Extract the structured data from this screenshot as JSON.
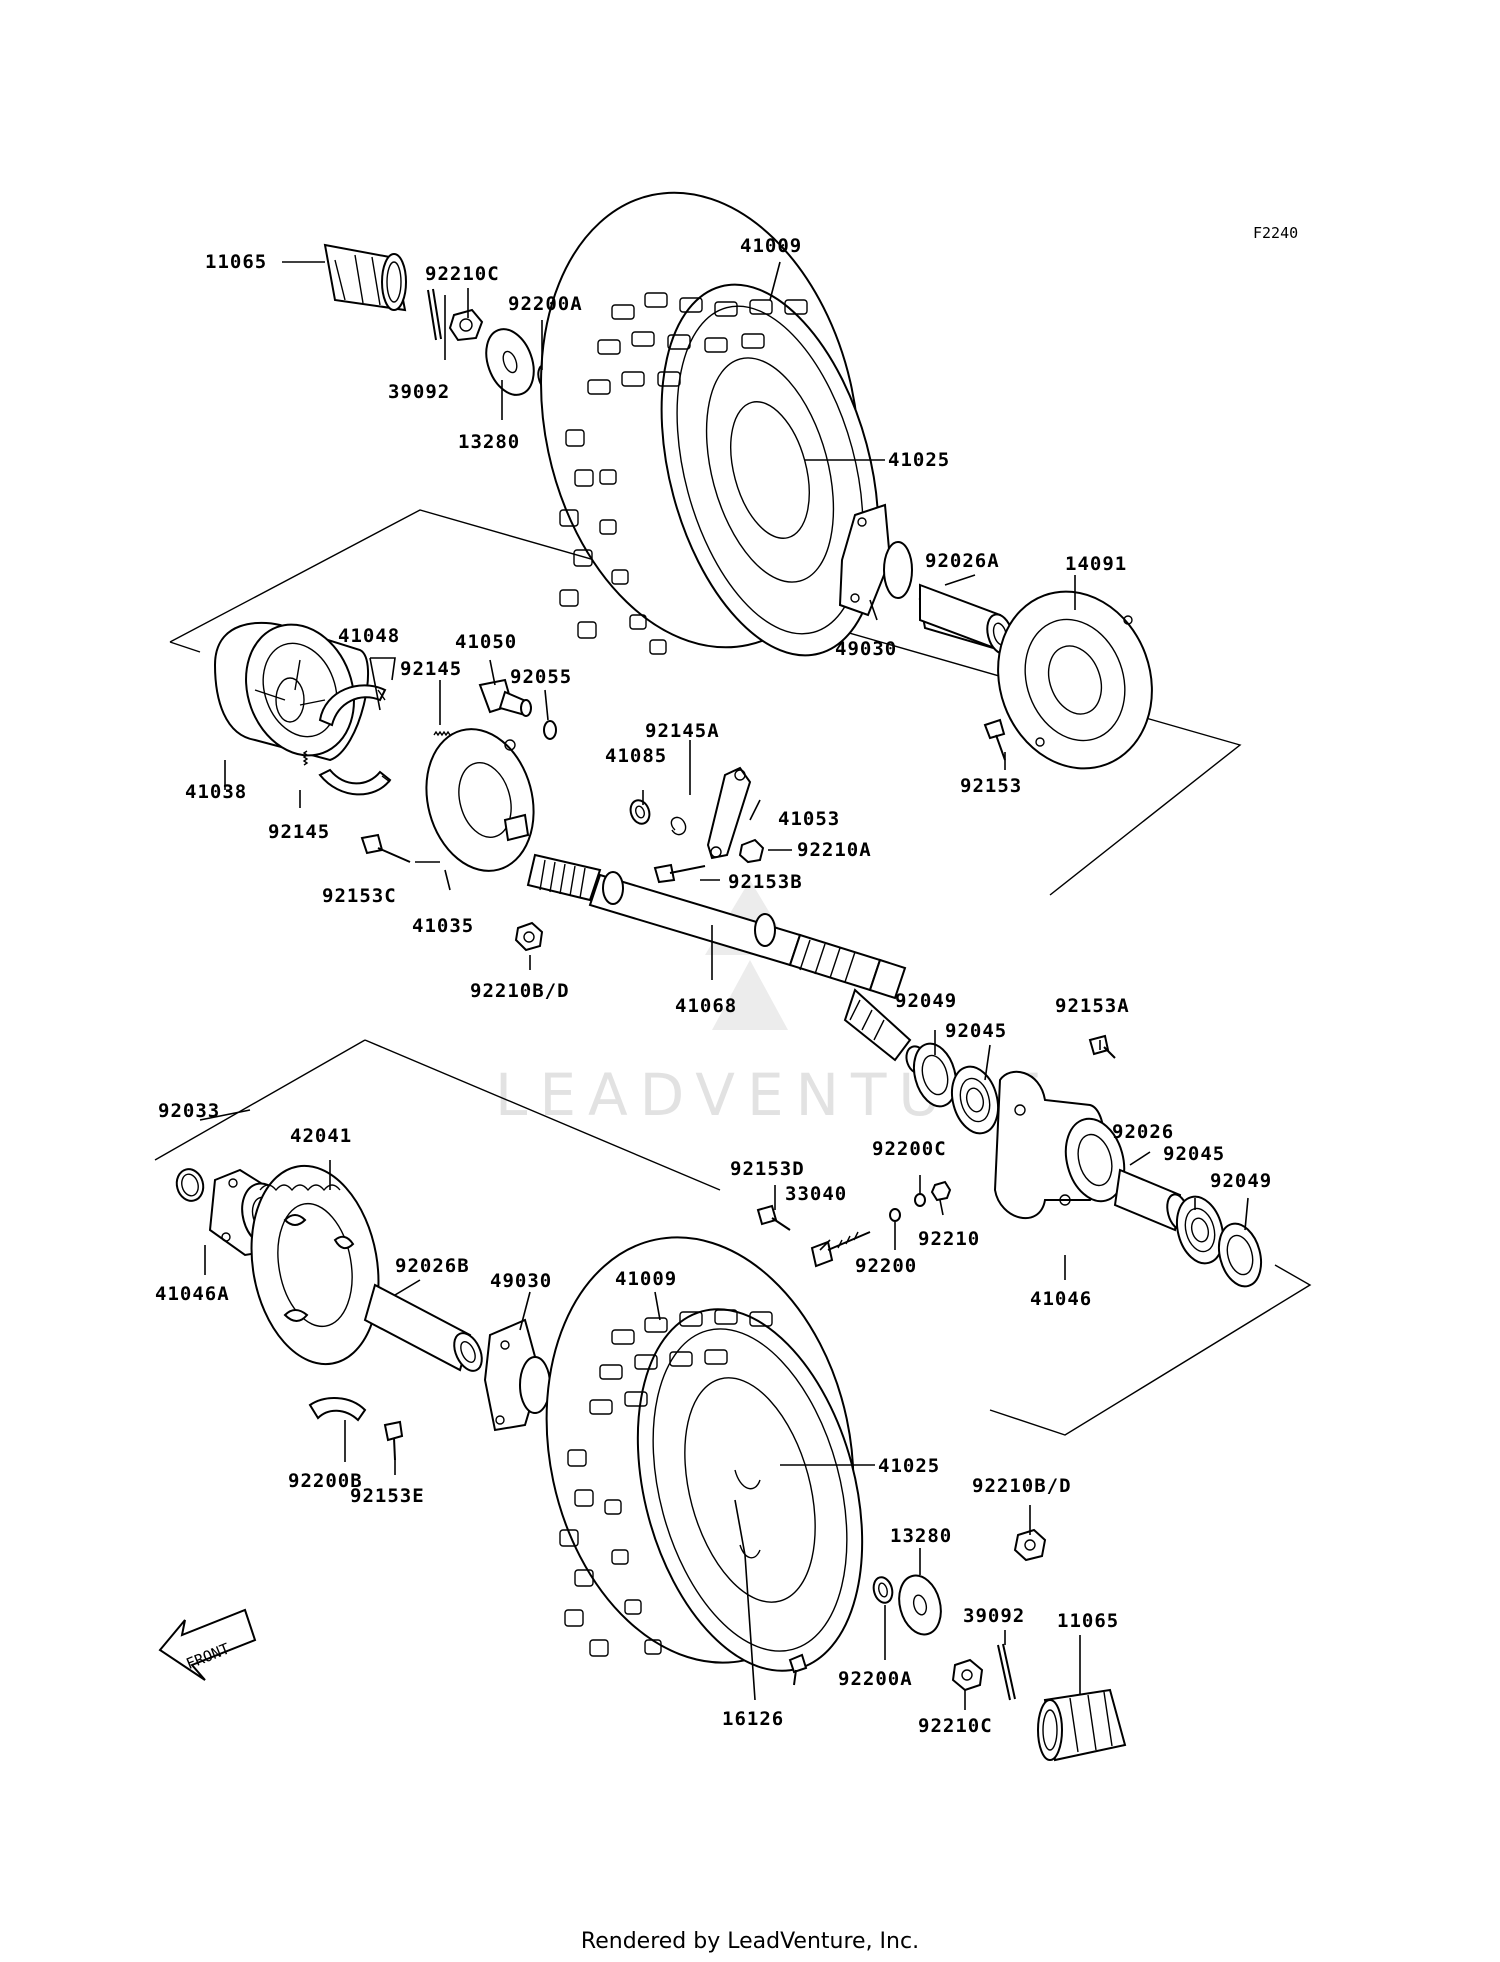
{
  "diagram_code": "F2240",
  "watermark": "LEADVENTURE",
  "front_label": "FRONT",
  "footer": "Rendered by LeadVenture, Inc.",
  "labels": {
    "p11065_top": "11065",
    "p92210C_top": "92210C",
    "p39092_top": "39092",
    "p92200A_top": "92200A",
    "p13280_top": "13280",
    "p41009_top": "41009",
    "p41025_top": "41025",
    "p92026A": "92026A",
    "p14091": "14091",
    "p49030_top": "49030",
    "p92153": "92153",
    "p41048": "41048",
    "p41050": "41050",
    "p92145_a": "92145",
    "p92055": "92055",
    "p41038": "41038",
    "p92145_b": "92145",
    "p92145A": "92145A",
    "p41085": "41085",
    "p41053": "41053",
    "p92210A": "92210A",
    "p92153B": "92153B",
    "p92153C": "92153C",
    "p41035": "41035",
    "p92210BD_top": "92210B/D",
    "p41068": "41068",
    "p92049_top": "92049",
    "p92045_top": "92045",
    "p92153A": "92153A",
    "p92033": "92033",
    "p42041": "42041",
    "p92026": "92026",
    "p92045_bot": "92045",
    "p92049_bot": "92049",
    "p92153D": "92153D",
    "p92200C": "92200C",
    "p33040": "33040",
    "p92210": "92210",
    "p92200": "92200",
    "p41046": "41046",
    "p41046A": "41046A",
    "p92026B": "92026B",
    "p49030_bot": "49030",
    "p41009_bot": "41009",
    "p41025_bot": "41025",
    "p92210BD_bot": "92210B/D",
    "p13280_bot": "13280",
    "p39092_bot": "39092",
    "p11065_bot": "11065",
    "p92200B": "92200B",
    "p92153E": "92153E",
    "p92200A_bot": "92200A",
    "p92210C_bot": "92210C",
    "p16126": "16126"
  }
}
